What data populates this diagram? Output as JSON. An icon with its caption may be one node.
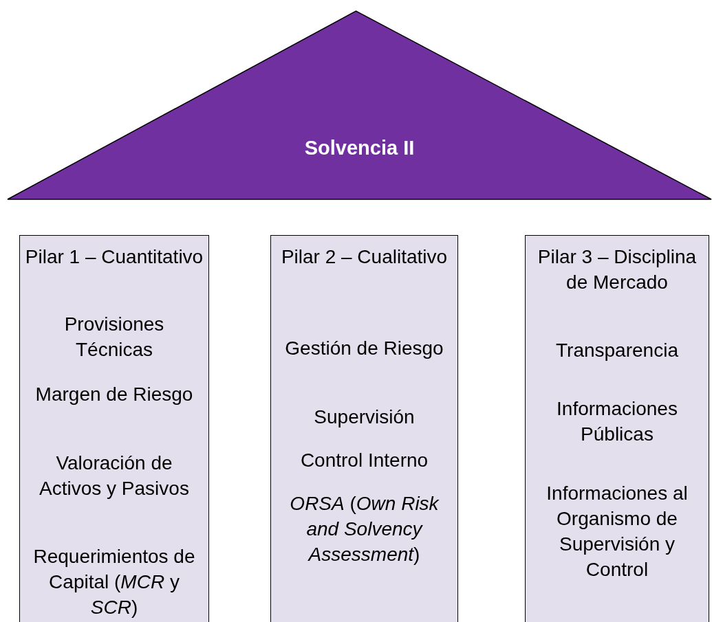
{
  "diagram": {
    "nodes": [
      {
        "text": [
          "Solvencia II"
        ]
      },
      {
        "text": [
          "Pilar 1 – Cuantitativo",
          "Provisiones Técnicas",
          "Margen de Riesgo",
          "Valoración de Activos y Pasivos",
          "Requerimientos de Capital (*MCR* y *SCR*)"
        ]
      },
      {
        "text": [
          "Pilar 2 – Cualitativo",
          "Gestión de Riesgo",
          "Supervisión",
          "Control Interno",
          "*ORSA* (*Own Risk and Solvency Assessment*)"
        ]
      },
      {
        "text": [
          "Pilar 3 – Disciplina de Mercado",
          "Transparencia",
          "Informaciones Públicas",
          "Informaciones al Organismo de Supervisión y Control"
        ]
      }
    ]
  }
}
